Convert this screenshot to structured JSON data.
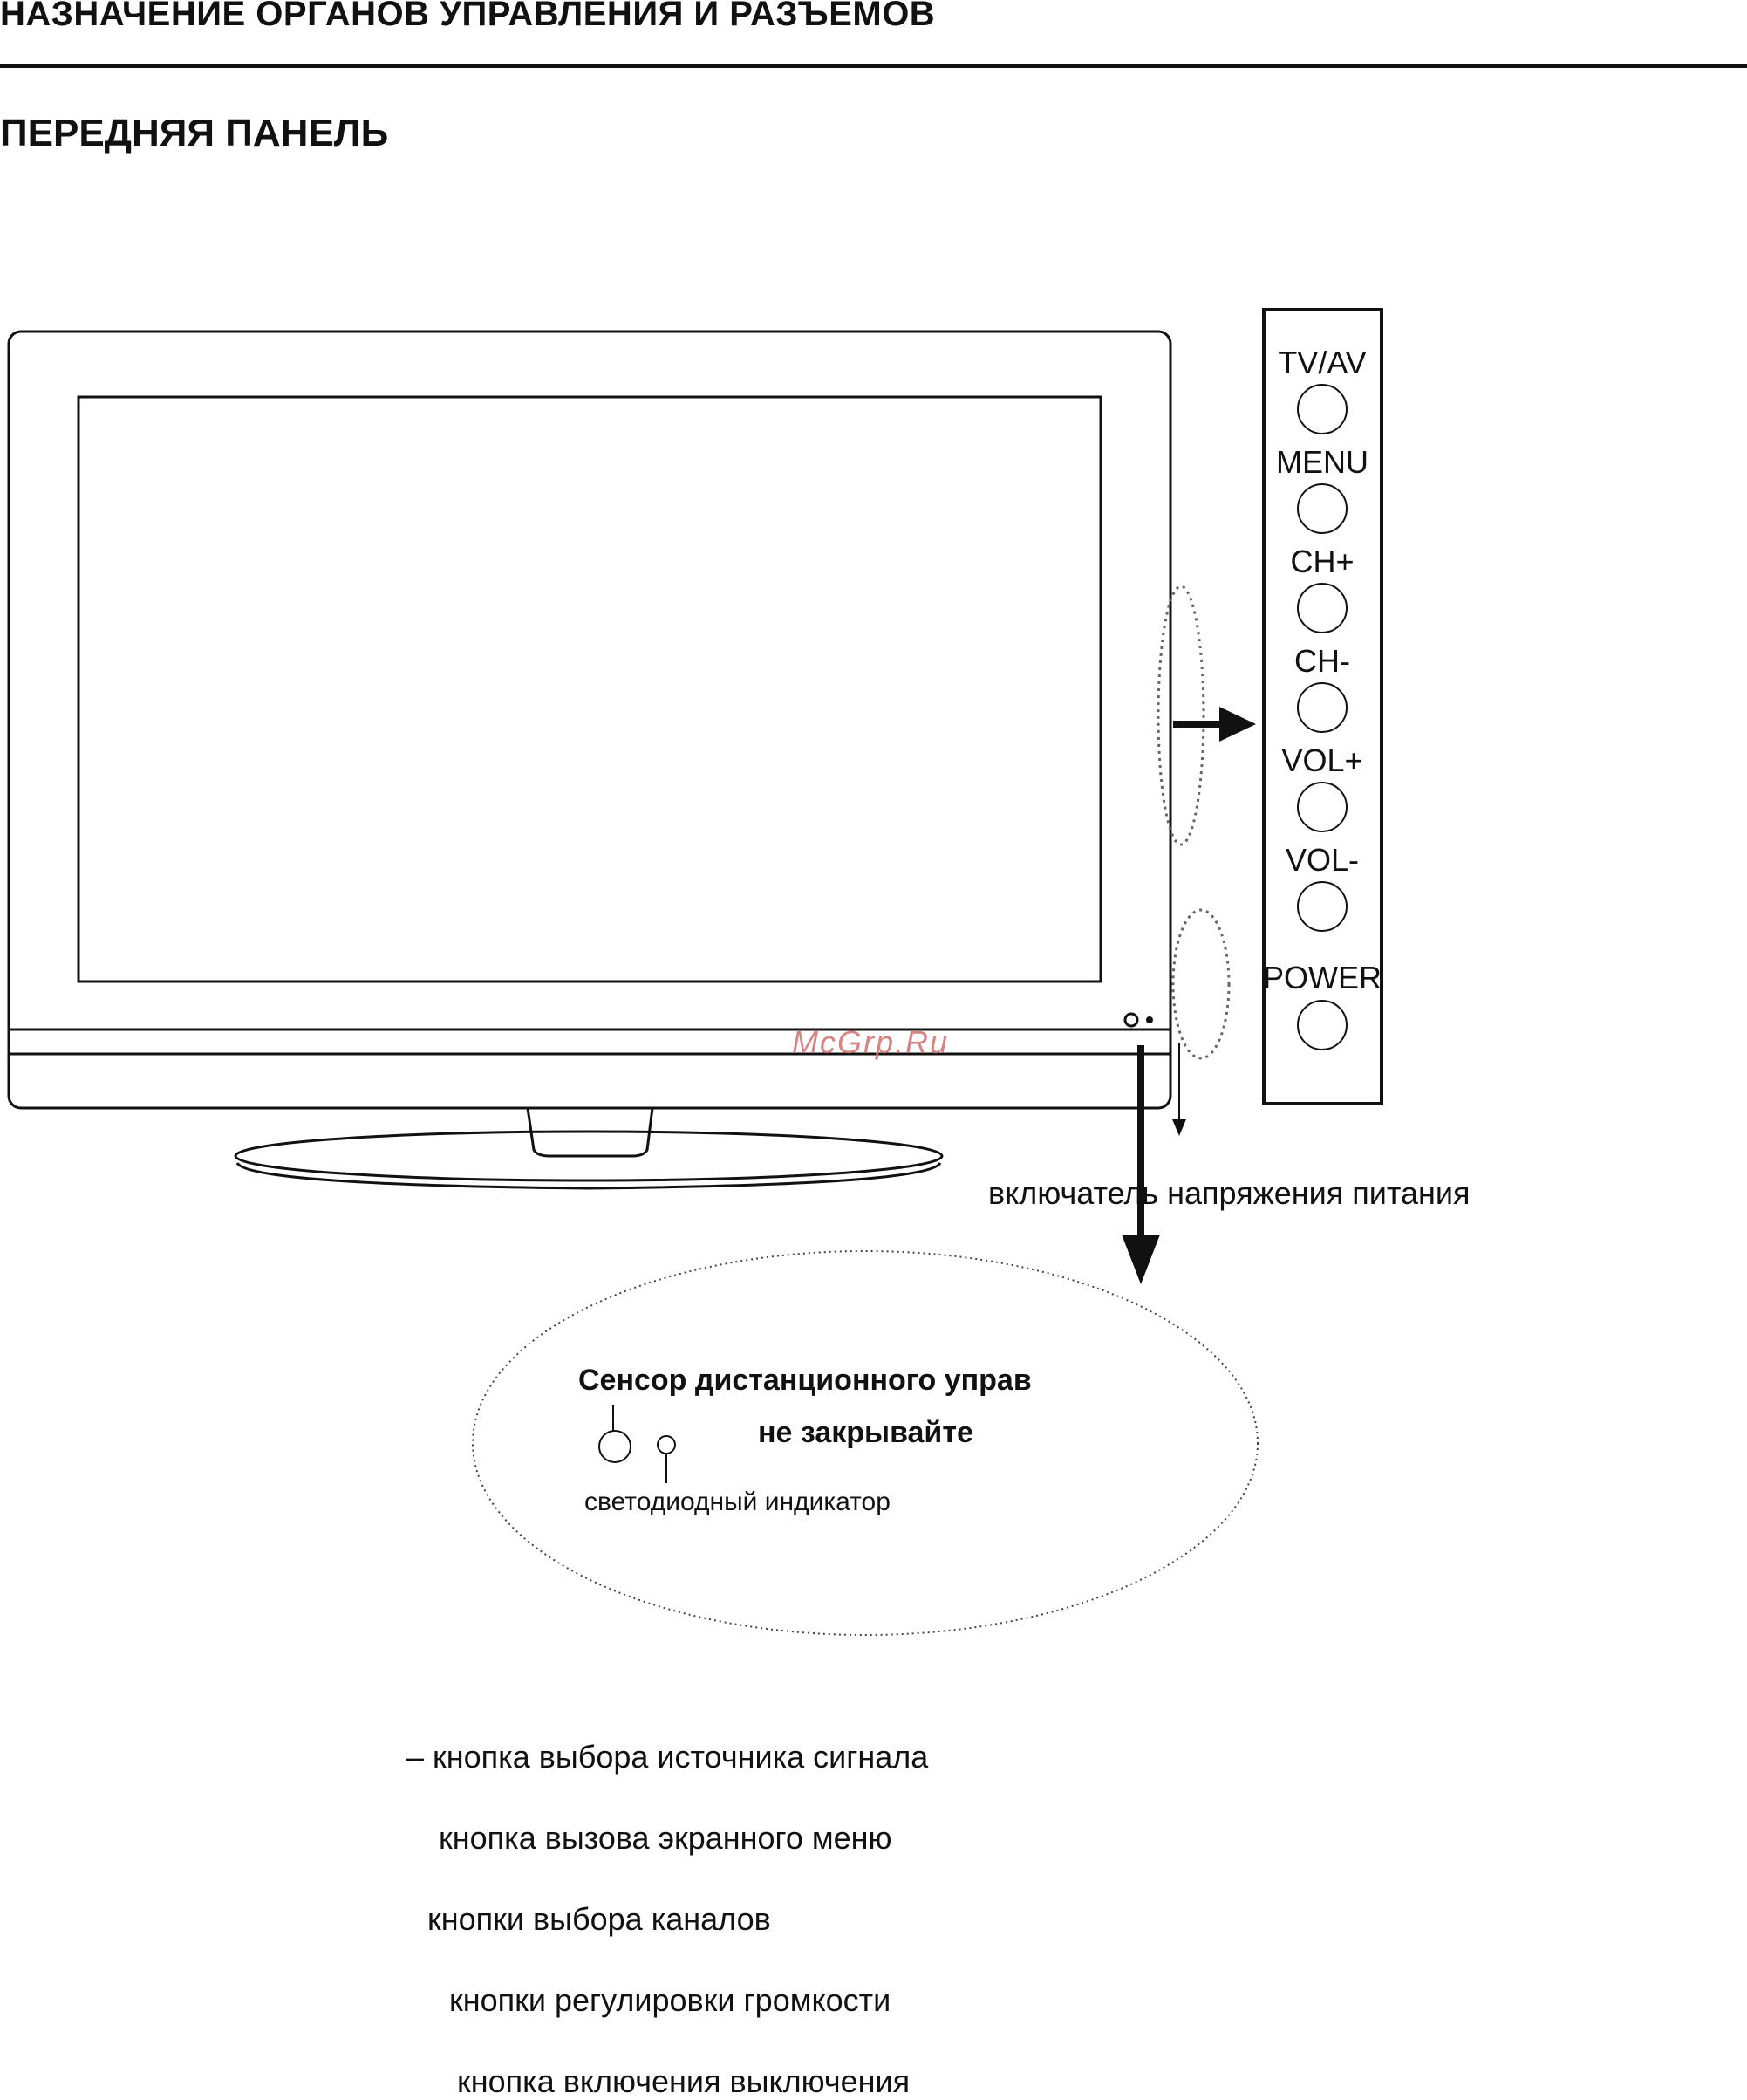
{
  "document": {
    "title": "НАЗНАЧЕНИЕ ОРГАНОВ УПРАВЛЕНИЯ И РАЗЪЕМОВ",
    "subtitle": "ПЕРЕДНЯЯ ПАНЕЛЬ"
  },
  "panel": {
    "buttons": [
      "TV/AV",
      "MENU",
      "CH+",
      "CH-",
      "VOL+",
      "VOL-",
      "POWER"
    ]
  },
  "callouts": {
    "power_switch": "включатель напряжения питания",
    "sensor_title": "Сенсор дистанционного управ",
    "sensor_note": "не закрывайте",
    "led": "светодиодный индикатор"
  },
  "descriptions": [
    "– кнопка выбора источника сигнала",
    "кнопка вызова экранного меню",
    "кнопки выбора каналов",
    "кнопки регулировки громкости",
    "кнопка включения  выключения"
  ],
  "watermark": "McGrp.Ru"
}
